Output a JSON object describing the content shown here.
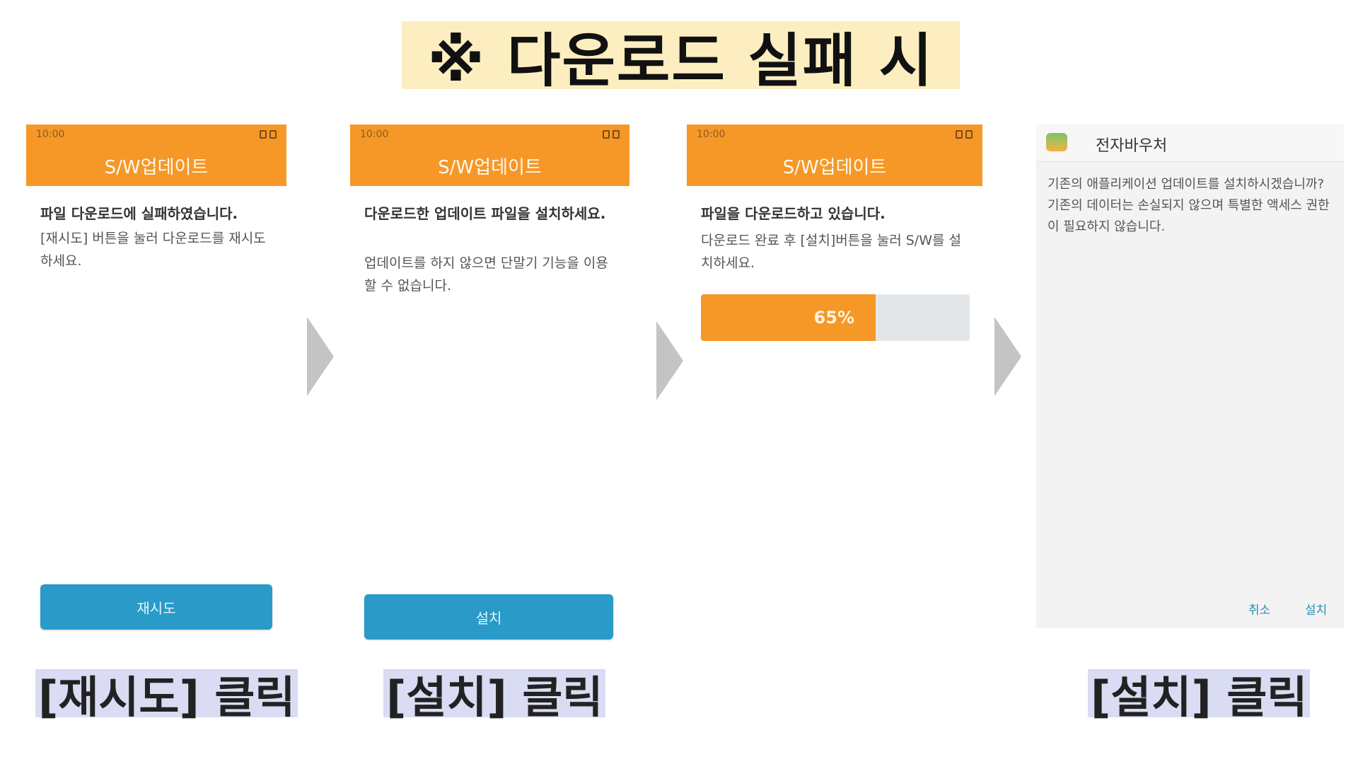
{
  "title": "※ 다운로드 실패 시",
  "screens": [
    {
      "status_time": "10:00",
      "header_title": "S/W업데이트",
      "message_bold": "파일 다운로드에 실패하였습니다.",
      "message": "[재시도] 버튼을 눌러 다운로드를 재시도하세요.",
      "button_label": "재시도"
    },
    {
      "status_time": "10:00",
      "header_title": "S/W업데이트",
      "message_bold": "다운로드한 업데이트 파일을 설치하세요.",
      "message": "업데이트를 하지 않으면 단말기 기능을 이용할 수 없습니다.",
      "button_label": "설치"
    },
    {
      "status_time": "10:00",
      "header_title": "S/W업데이트",
      "message_bold": "파일을 다운로드하고 있습니다.",
      "message": "다운로드 완료 후 [설치]버튼을 눌러 S/W를 설치하세요.",
      "progress_value": 65,
      "progress_label": "65%"
    }
  ],
  "dialog": {
    "app_name": "전자바우처",
    "message": "기존의 애플리케이션 업데이트를 설치하시겠습니까? 기존의 데이터는 손실되지 않으며 특별한 액세스 권한이 필요하지 않습니다.",
    "cancel_label": "취소",
    "install_label": "설치"
  },
  "captions": [
    "[재시도] 클릭",
    "[설치] 클릭",
    "[설치] 클릭"
  ],
  "colors": {
    "header_orange": "#f59828",
    "button_blue": "#2a9ac8",
    "caption_bg": "#d9dcf3",
    "title_bg": "#fceec0"
  }
}
